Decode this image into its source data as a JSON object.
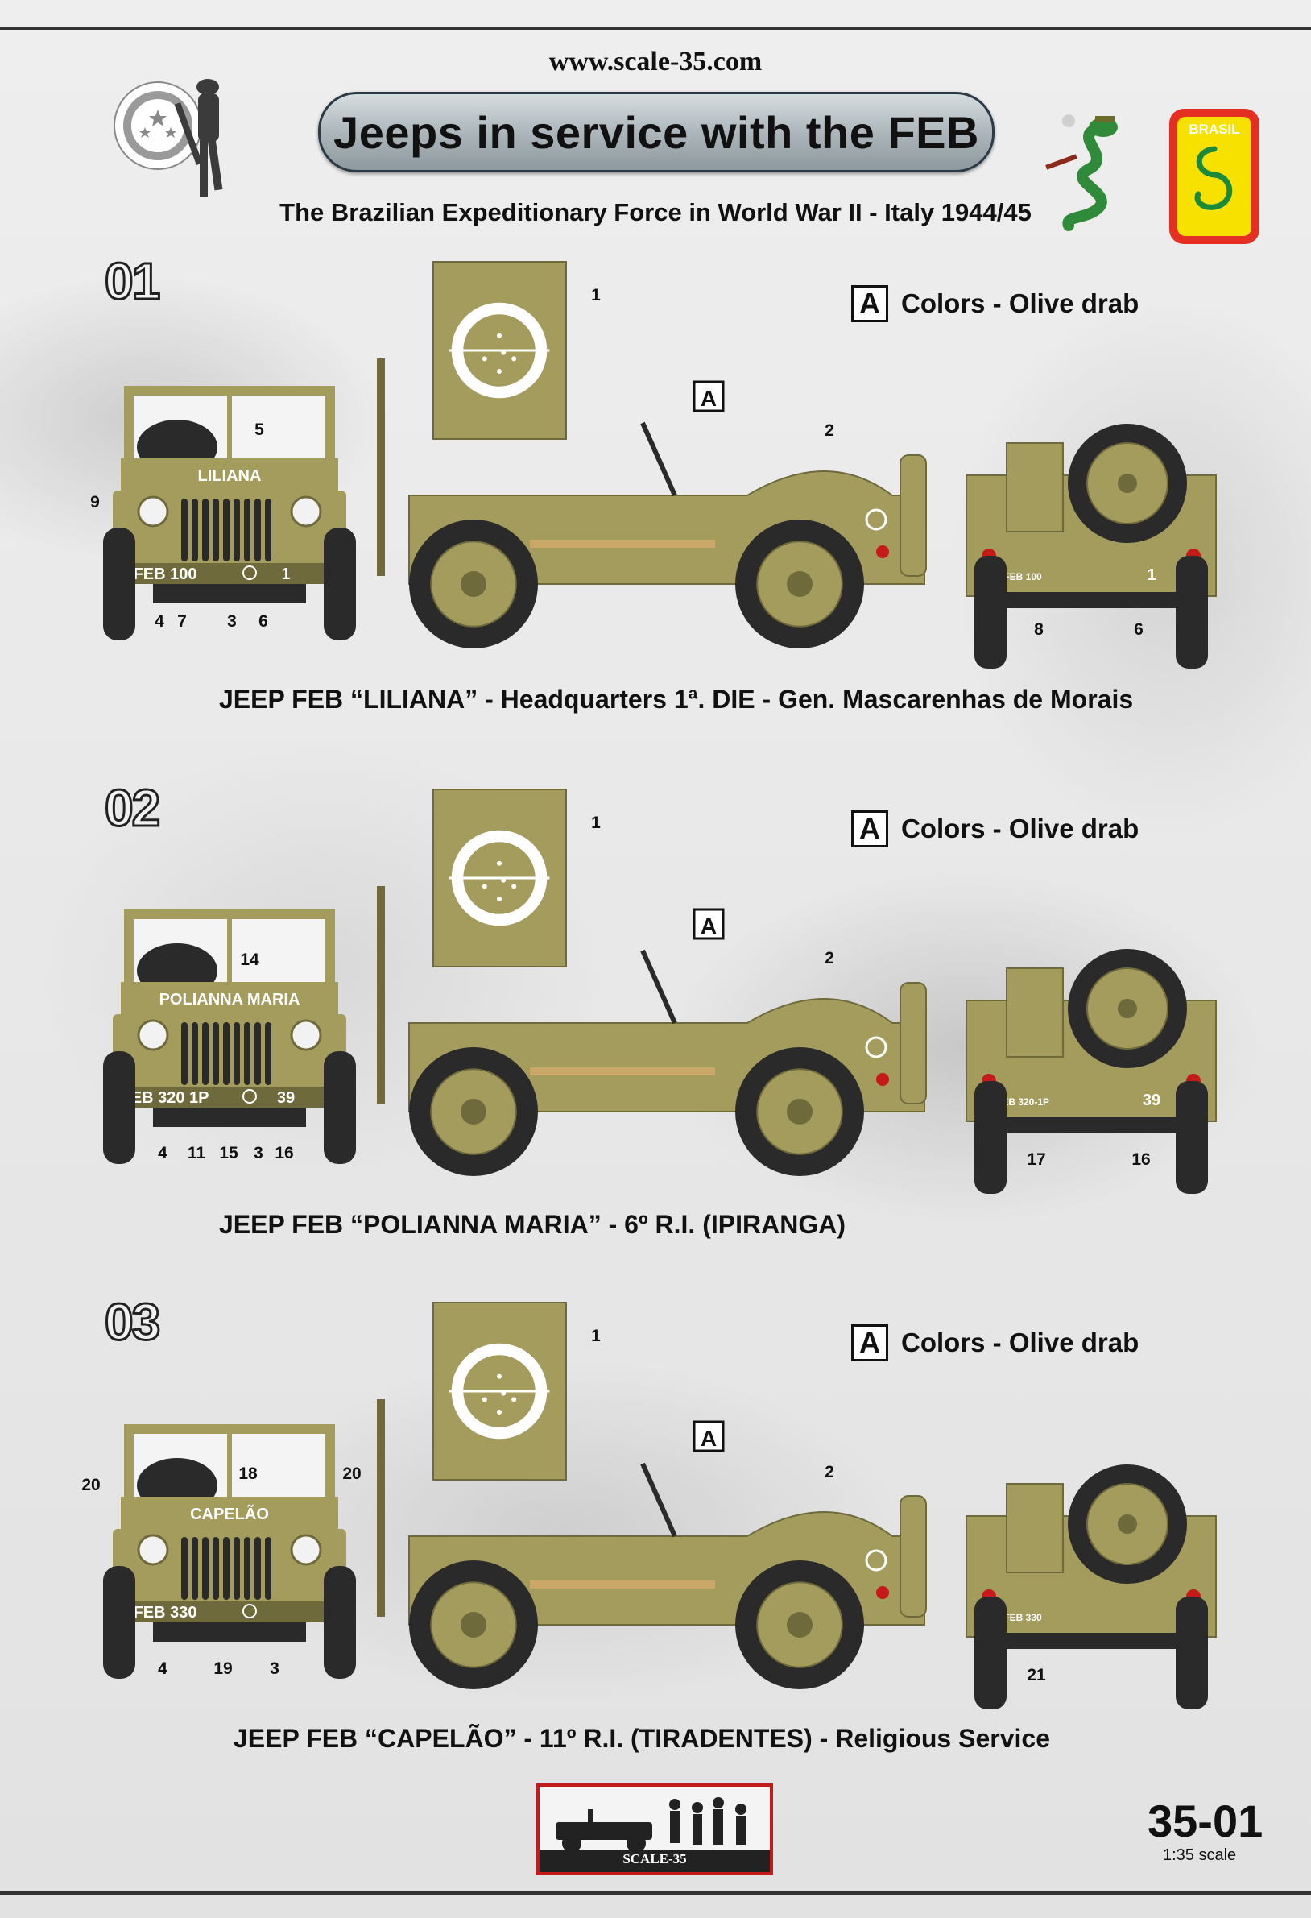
{
  "header": {
    "website": "www.scale-35.com",
    "title": "Jeeps in service with the FEB",
    "subtitle": "The Brazilian Expeditionary Force in World War II - Italy 1944/45",
    "badge_label": "BRASIL"
  },
  "colors": {
    "olive": "#a49c5d",
    "olive_dark": "#6f6a3c",
    "accent_red": "#c51a1a",
    "badge_yellow": "#f7e100",
    "badge_red": "#e52f22"
  },
  "profiles": [
    {
      "number": "01",
      "colors_code": "A",
      "colors_label": "Colors - Olive drab",
      "caption": "JEEP FEB “LILIANA” - Headquarters 1ª. DIE - Gen. Mascarenhas de Morais",
      "front_name": "LILIANA",
      "front_plate": "FEB 100",
      "front_plate_num": "1",
      "rear_plate": "FEB 100",
      "rear_num": "1",
      "side_box": "A",
      "front_callouts": [
        "5",
        "9",
        "4",
        "7",
        "3",
        "6"
      ],
      "side_callouts": [
        "1",
        "2"
      ],
      "rear_callouts": [
        "8",
        "6"
      ]
    },
    {
      "number": "02",
      "colors_code": "A",
      "colors_label": "Colors - Olive drab",
      "caption": "JEEP FEB “POLIANNA MARIA” - 6º R.I. (IPIRANGA)",
      "front_name": "POLIANNA MARIA",
      "front_plate": "FEB 320  1P",
      "front_plate_num": "39",
      "rear_plate": "FEB 320-1P",
      "rear_num": "39",
      "side_box": "A",
      "front_callouts": [
        "14",
        "4",
        "11",
        "15",
        "3",
        "16"
      ],
      "side_callouts": [
        "1",
        "2"
      ],
      "rear_callouts": [
        "17",
        "16"
      ]
    },
    {
      "number": "03",
      "colors_code": "A",
      "colors_label": "Colors - Olive drab",
      "caption": "JEEP FEB “CAPELÃO” - 11º R.I. (TIRADENTES) - Religious Service",
      "front_name": "CAPELÃO",
      "front_plate": "FEB  330",
      "front_plate_num": "",
      "rear_plate": "FEB 330",
      "rear_num": "",
      "side_box": "A",
      "front_callouts": [
        "18",
        "20",
        "20",
        "4",
        "19",
        "3"
      ],
      "side_callouts": [
        "1",
        "2"
      ],
      "rear_callouts": [
        "21"
      ]
    }
  ],
  "footer": {
    "logo_text": "SCALE-35",
    "code": "35-01",
    "scale": "1:35 scale"
  }
}
